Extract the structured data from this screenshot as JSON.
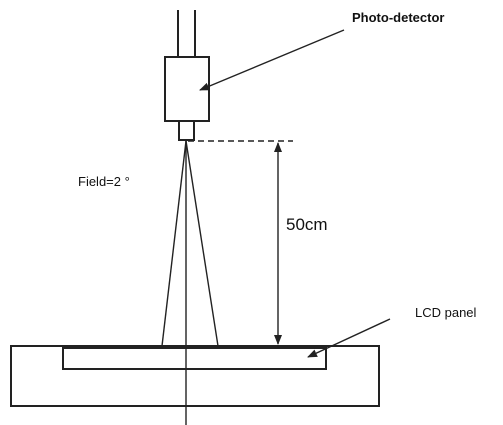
{
  "labels": {
    "detector": "Photo-detector",
    "field": "Field=2 °",
    "distance": "50cm",
    "panel": "LCD panel"
  },
  "measurements": {
    "distance_cm": 50,
    "field_angle_deg": 2
  }
}
